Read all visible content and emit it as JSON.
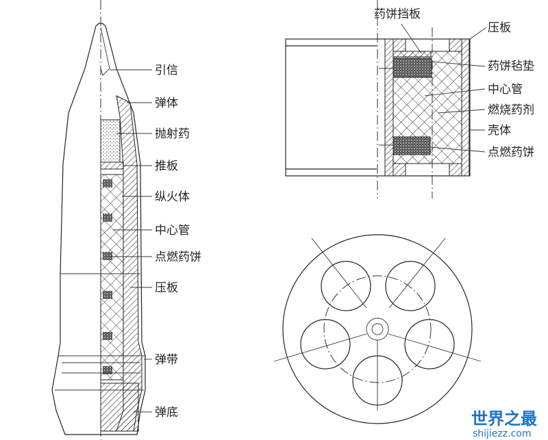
{
  "shell_labels": [
    "引信",
    "弹体",
    "抛射药",
    "推板",
    "纵火体",
    "中心管",
    "点燃药饼",
    "压板",
    "弹带",
    "弹底"
  ],
  "section_labels": {
    "top": "药饼挡板",
    "right": [
      "压板",
      "药饼毡垫",
      "中心管",
      "燃烧药剂",
      "壳体",
      "点燃药饼"
    ]
  },
  "watermark": {
    "cn": "世界之最",
    "en": "shijiezz.com",
    "color": "#1e73c8"
  }
}
